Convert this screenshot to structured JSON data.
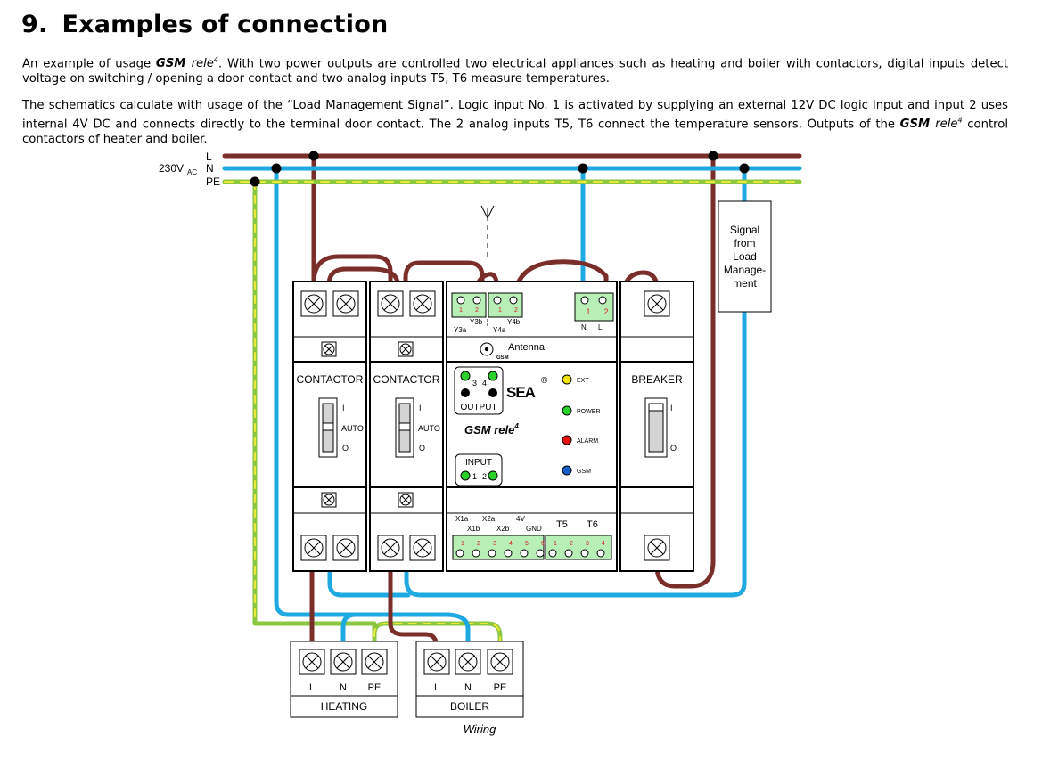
{
  "heading": {
    "number": "9.",
    "title": "Examples of connection"
  },
  "paragraph1": {
    "pre": "An example of usage ",
    "product_bold": "GSM",
    "product_rest": "rele",
    "product_sup": "4",
    "post": ". With two power outputs are controlled two electrical appliances such as heating and boiler with contactors, digital inputs detect voltage on switching / opening a door contact and two analog inputs T5, T6 measure temperatures."
  },
  "paragraph2": {
    "pre": "The schematics calculate with usage of the “Load Management Signal”. Logic input No. 1 is activated by supplying an external 12V DC logic input and input 2 uses internal 4V DC and connects directly to the terminal door contact. The 2 analog inputs T5, T6 connect the temperature sensors. Outputs of the ",
    "product_bold": "GSM",
    "product_rest": "rele",
    "product_sup": "4",
    "post": " control contactors of heater and boiler."
  },
  "supply": {
    "voltage": "230V",
    "voltage_sub": "AC",
    "line_l": "L",
    "line_n": "N",
    "line_pe": "PE"
  },
  "signal_box": {
    "lines": [
      "Signal",
      "from",
      "Load",
      "Manage-",
      "ment"
    ]
  },
  "contactor1": {
    "label": "CONTACTOR",
    "pos_i": "I",
    "pos_auto": "AUTO",
    "pos_o": "O"
  },
  "contactor2": {
    "label": "CONTACTOR",
    "pos_i": "I",
    "pos_auto": "AUTO",
    "pos_o": "O"
  },
  "breaker": {
    "label": "BREAKER",
    "pos_i": "I",
    "pos_o": "O"
  },
  "gsm": {
    "top_terminals": {
      "pin1": "1",
      "pin2": "2",
      "y3b": "Y3b",
      "y3a": "Y3a",
      "y4b": "Y4b",
      "y4a": "Y4a"
    },
    "power_terminals": {
      "pin1": "1",
      "pin2": "2",
      "n": "N",
      "l": "L"
    },
    "antenna": "Antenna",
    "antenna_sub": "GSM",
    "output_label": "OUTPUT",
    "output_3": "3",
    "output_4": "4",
    "input_label": "INPUT",
    "input_1": "1",
    "input_2": "2",
    "logo": "SEA",
    "registered": "®",
    "product": "GSM rele",
    "product_sup": "4",
    "leds": [
      {
        "label": "EXT",
        "color": "#f7e600"
      },
      {
        "label": "POWER",
        "color": "#2bd12b"
      },
      {
        "label": "ALARM",
        "color": "#e81010"
      },
      {
        "label": "GSM",
        "color": "#1560c8"
      }
    ],
    "bottom_labels": {
      "x1a": "X1a",
      "x2a": "X2a",
      "v4": "4V",
      "x1b": "X1b",
      "x2b": "X2b",
      "gnd": "GND",
      "t5": "T5",
      "t6": "T6"
    },
    "bottom_pins_a": [
      "1",
      "2",
      "3",
      "4",
      "5",
      "6"
    ],
    "bottom_pins_b": [
      "1",
      "2",
      "3",
      "4"
    ]
  },
  "heating": {
    "l": "L",
    "n": "N",
    "pe": "PE",
    "name": "HEATING"
  },
  "boiler": {
    "l": "L",
    "n": "N",
    "pe": "PE",
    "name": "BOILER"
  },
  "caption": "Wiring",
  "colors": {
    "live": "#7a2e2a",
    "neutral": "#1fa9e1",
    "earth_green": "#8dc63f",
    "earth_yellow": "#ece93a",
    "terminal_green": "#b7efb7",
    "led_green": "#2bd12b"
  }
}
